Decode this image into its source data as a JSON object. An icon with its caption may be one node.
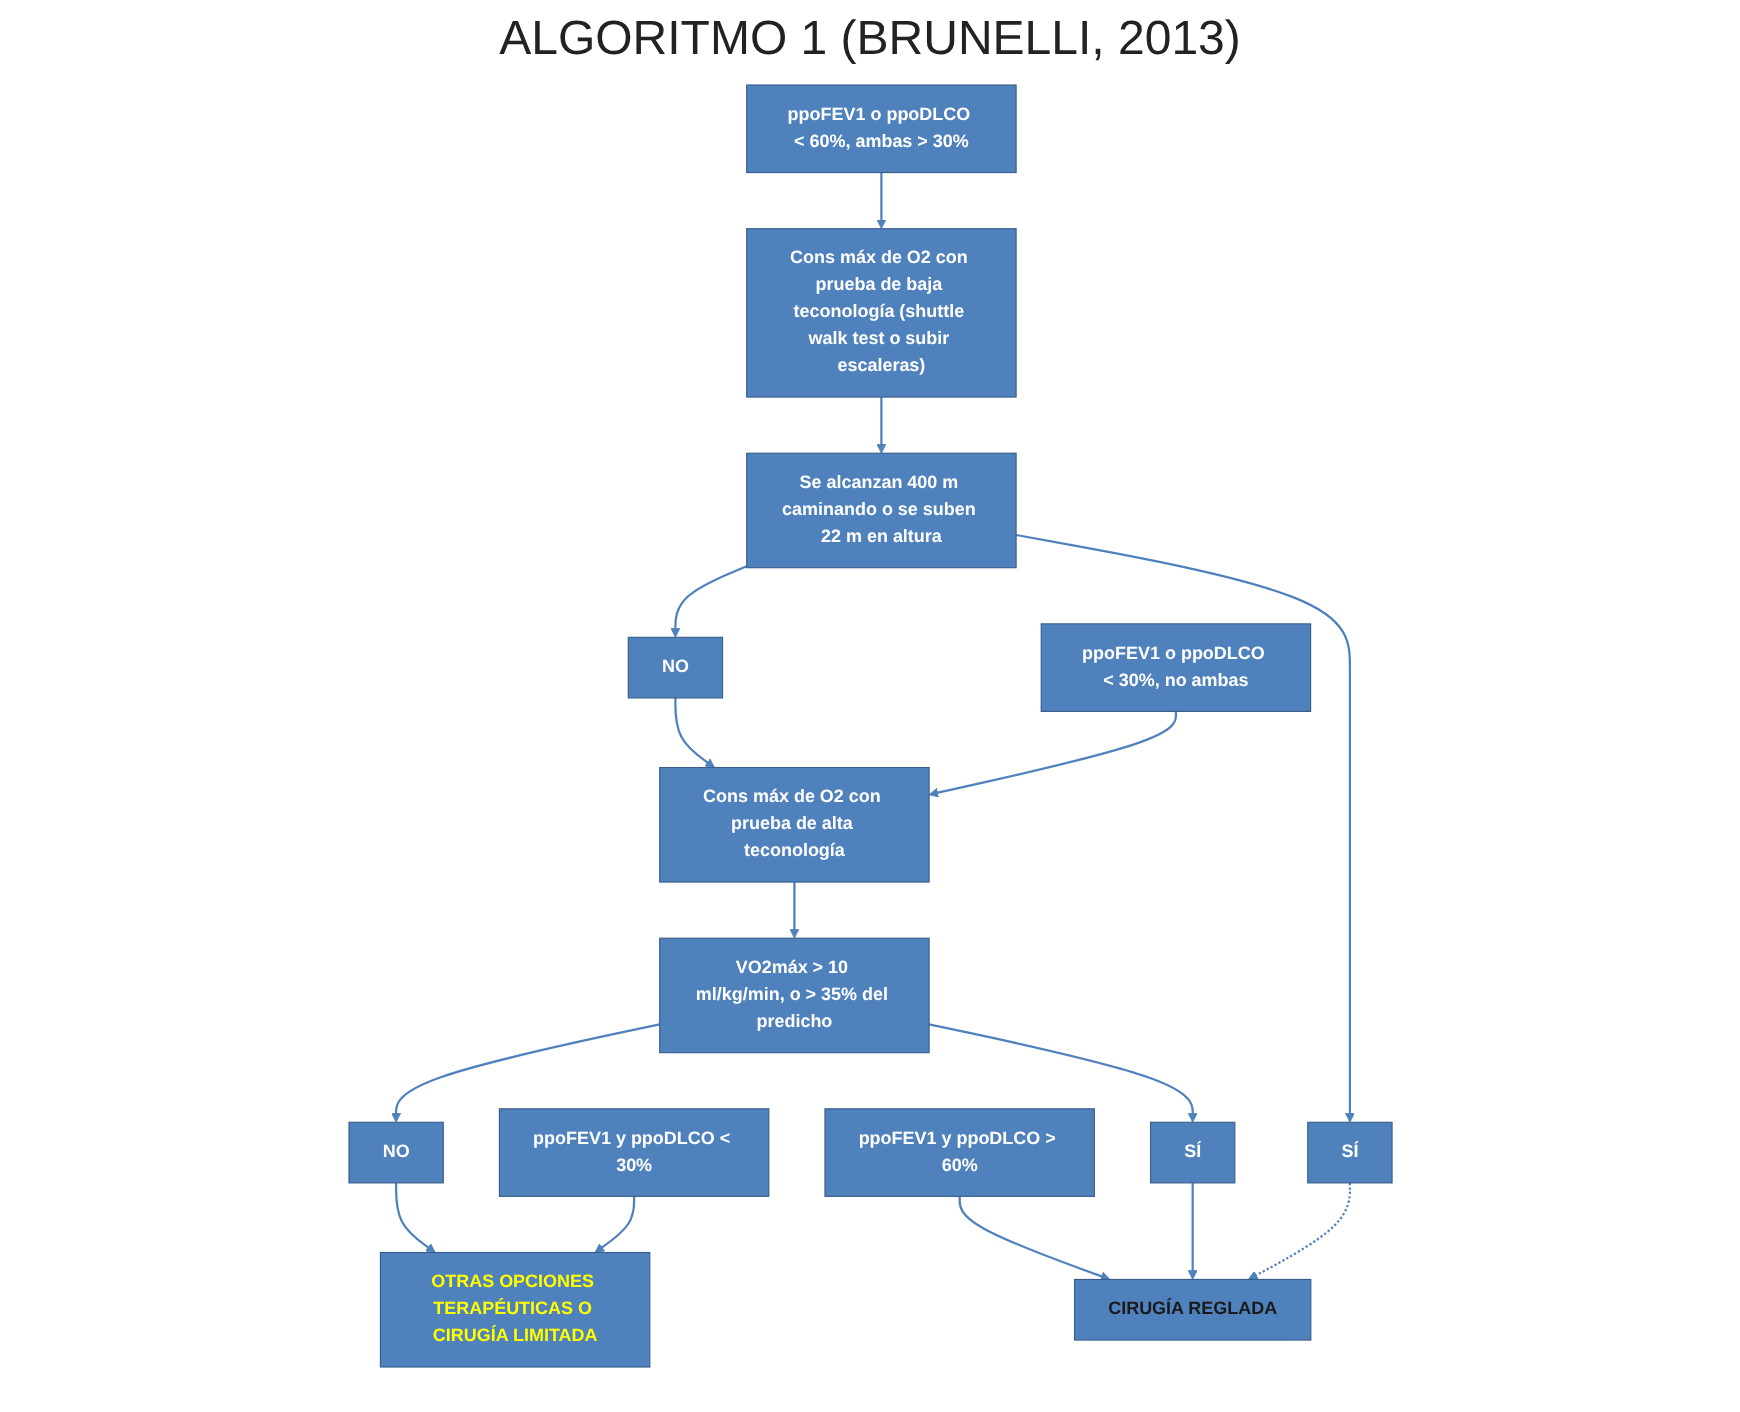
{
  "diagram": {
    "title": "ALGORITMO 1 (BRUNELLI, 2013)",
    "nodes": [
      {
        "text": [
          "ppoFEV1 y ppoDLCO < 30%"
        ]
      },
      {
        "text": [
          "ppoFEV1 o ppoDLCO < 60%, ambas > 30%"
        ]
      },
      {
        "text": [
          "ppoFEV1 o ppoDLCO < 30%, no ambas"
        ]
      },
      {
        "text": [
          "ppoFEV1 y ppoDLCO > 60%"
        ]
      },
      {
        "text": [
          "Cons máx de O2 con prueba de baja teconología (shuttle walk test o subir escaleras)"
        ]
      },
      {
        "text": [
          "Cons máx de O2 con prueba de alta teconología"
        ]
      },
      {
        "text": [
          "Se alcanzan 400 m caminando o se suben 22 m en altura"
        ]
      },
      {
        "text": [
          "NO"
        ]
      },
      {
        "text": [
          "SÍ"
        ]
      },
      {
        "text": [
          "VO2máx > 10 ml/kg/min, o > 35% del predicho"
        ]
      },
      {
        "text": [
          "CIRUGÍA REGLADA"
        ]
      },
      {
        "text": [
          "NO"
        ]
      },
      {
        "text": [
          "SÍ"
        ]
      },
      {
        "text": [
          "OTRAS OPCIONES TERAPÉUTICAS O CIRUGÍA LIMITADA"
        ]
      }
    ],
    "edges": [
      {
        "from": 0,
        "to": 13,
        "arrow": "to"
      },
      {
        "from": 1,
        "to": 4,
        "arrow": "to"
      },
      {
        "from": 2,
        "to": 5,
        "arrow": "to"
      },
      {
        "from": 4,
        "to": 6,
        "arrow": "to"
      },
      {
        "from": 6,
        "to": 7,
        "arrow": "to"
      },
      {
        "from": 6,
        "to": 8,
        "arrow": "to"
      },
      {
        "from": 7,
        "to": 5,
        "arrow": "to"
      },
      {
        "from": 8,
        "to": 10,
        "arrow": "to",
        "style": "dashed"
      },
      {
        "from": 5,
        "to": 9,
        "arrow": "to"
      },
      {
        "from": 9,
        "to": 11,
        "arrow": "to"
      },
      {
        "from": 9,
        "to": 12,
        "arrow": "to"
      },
      {
        "from": 11,
        "to": 13,
        "arrow": "to"
      },
      {
        "from": 12,
        "to": 10,
        "arrow": "to"
      },
      {
        "from": 3,
        "to": 10,
        "arrow": "to"
      }
    ]
  }
}
